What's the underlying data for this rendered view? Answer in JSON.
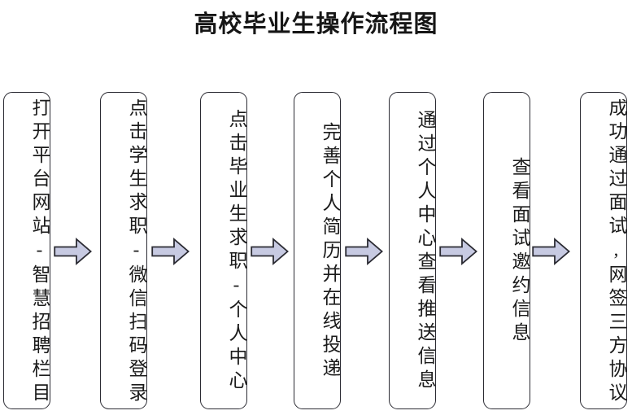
{
  "title": "高校毕业生操作流程图",
  "colors": {
    "background": "#ffffff",
    "box_border": "#2b2b33",
    "box_fill": "#ffffff",
    "text": "#1b1b1b",
    "arrow_fill": "#c7cae2",
    "arrow_border": "#2b2b33"
  },
  "flow": {
    "type": "linear-process-flowchart",
    "direction": "left-to-right",
    "step_count": 7,
    "arrow_count": 6,
    "steps": [
      {
        "index": 1,
        "label": "打开平台网站-智慧招聘栏目"
      },
      {
        "index": 2,
        "label": "点击学生求职-微信扫码登录"
      },
      {
        "index": 3,
        "label": "点击毕业生求职-个人中心"
      },
      {
        "index": 4,
        "label": "完善个人简历并在线投递"
      },
      {
        "index": 5,
        "label": "通过个人中心查看推送信息"
      },
      {
        "index": 6,
        "label": "查看面试邀约信息"
      },
      {
        "index": 7,
        "label": "成功通过面试,网签三方协议"
      }
    ],
    "connectors": [
      {
        "from": 1,
        "to": 2,
        "kind": "block-arrow-right"
      },
      {
        "from": 2,
        "to": 3,
        "kind": "block-arrow-right"
      },
      {
        "from": 3,
        "to": 4,
        "kind": "block-arrow-right"
      },
      {
        "from": 4,
        "to": 5,
        "kind": "block-arrow-right"
      },
      {
        "from": 5,
        "to": 6,
        "kind": "block-arrow-right"
      },
      {
        "from": 6,
        "to": 7,
        "kind": "block-arrow-right"
      }
    ]
  }
}
